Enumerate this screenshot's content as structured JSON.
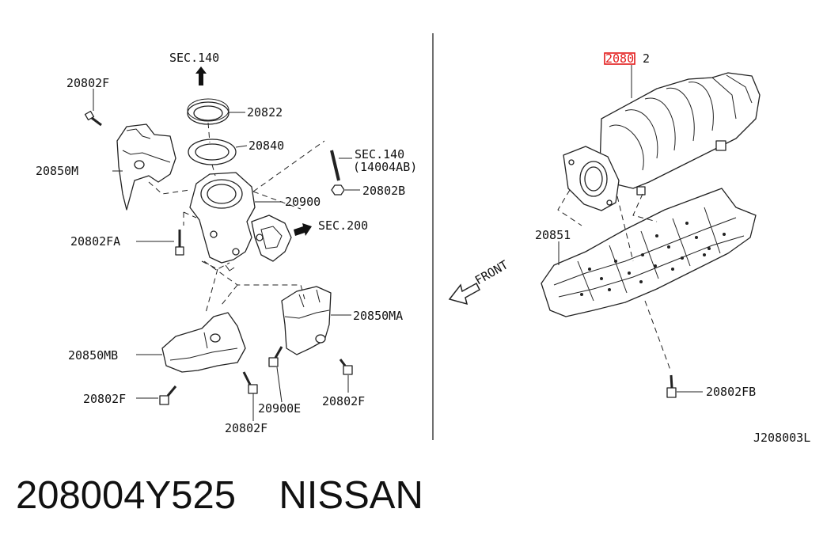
{
  "labels": {
    "sec140_top": "SEC.140",
    "p20822": "20822",
    "p20840": "20840",
    "sec140_right": "SEC.140",
    "p14004ab": "(14004AB)",
    "p20802b": "20802B",
    "p20900": "20900",
    "sec200": "SEC.200",
    "p20802f_top": "20802F",
    "p20850m": "20850M",
    "p20802fa": "20802FA",
    "p20850ma": "20850MA",
    "p20850mb": "20850MB",
    "p20802f_left": "20802F",
    "p20900e": "20900E",
    "p20802f_right": "20802F",
    "p20802f_bottom": "20802F",
    "p20802_highlight": "2080",
    "p20802_suffix": "2",
    "p20851": "20851",
    "front": "FRONT",
    "p20802fb": "20802FB",
    "diagram_code": "J208003L"
  },
  "highlight_color": "#e31a1a",
  "caption": {
    "part_number": "208004Y525",
    "brand": "NISSAN"
  }
}
